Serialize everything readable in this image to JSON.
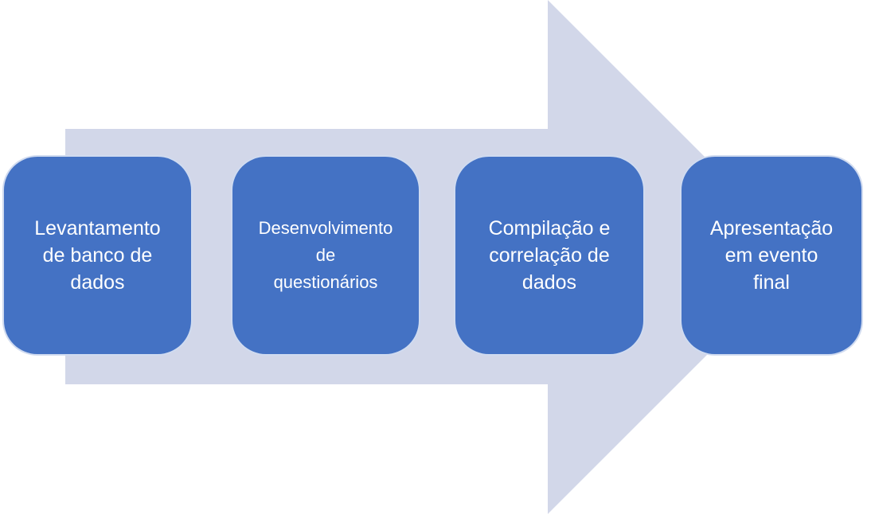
{
  "diagram": {
    "type": "process-arrow",
    "direction": "right",
    "steps": [
      {
        "label": "Levantamento\nde banco de\ndados"
      },
      {
        "label": "Desenvolvimento\nde\nquestionários"
      },
      {
        "label": "Compilação e\ncorrelação de\ndados"
      },
      {
        "label": "Apresentação\nem evento\nfinal"
      }
    ]
  },
  "colors": {
    "background": "#FFFFFF",
    "arrow_fill": "#D2D7E9",
    "box_fill": "#4472C4",
    "box_border": "rgba(255,255,255,0.75)",
    "box_text": "#FFFFFF"
  }
}
